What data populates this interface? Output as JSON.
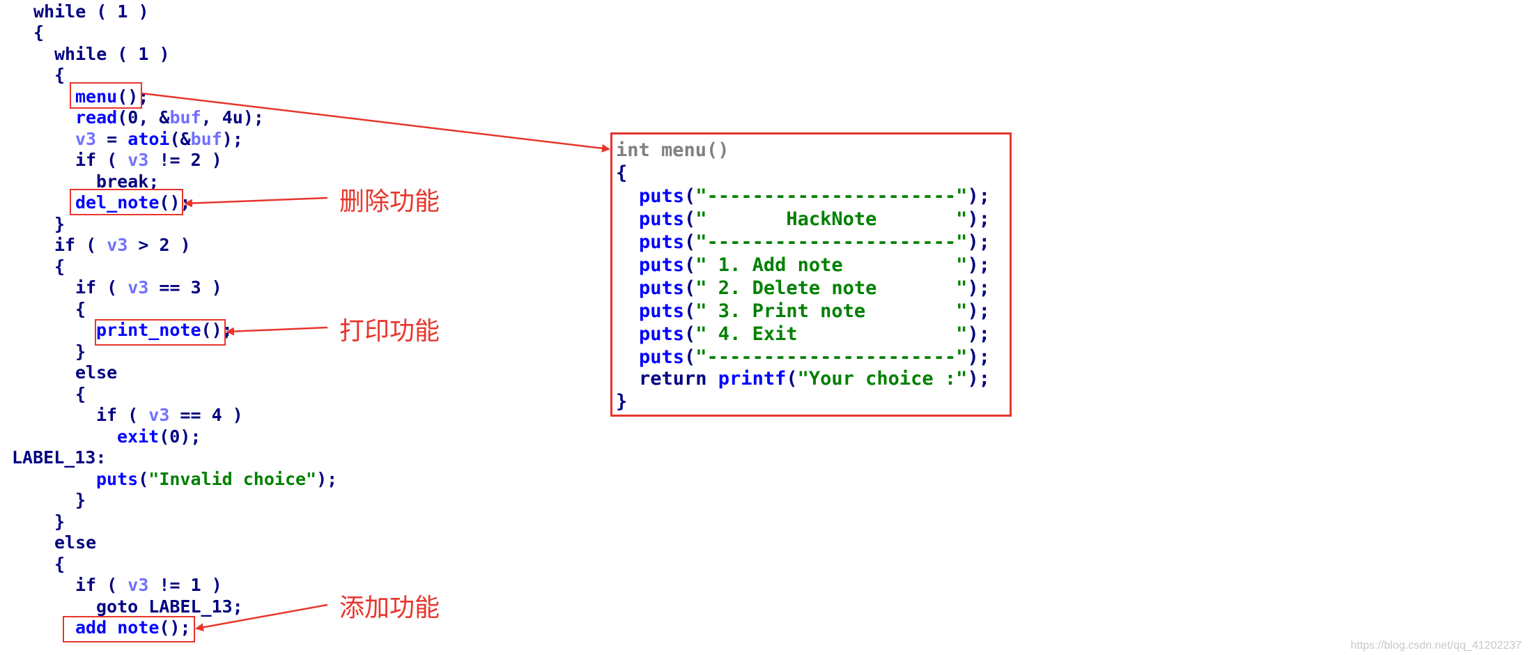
{
  "code": {
    "l1": {
      "kw": "while ( 1 )"
    },
    "l2": {
      "t": "{"
    },
    "l3": {
      "kw": "while ( 1 )"
    },
    "l4": {
      "t": "{"
    },
    "l5": {
      "fn": "menu",
      "rest": "();"
    },
    "l6": {
      "fn": "read",
      "a": "(0, &",
      "var": "buf",
      "b": ", 4u);"
    },
    "l7": {
      "var": "v3",
      "a": " = ",
      "fn": "atoi",
      "b": "(&",
      "var2": "buf",
      "c": ");"
    },
    "l8": {
      "a": "if ( ",
      "var": "v3",
      "b": " != 2 )"
    },
    "l9": {
      "t": "break;"
    },
    "l10": {
      "fn": "del_note",
      "rest": "();"
    },
    "l11": {
      "t": "}"
    },
    "l12": {
      "a": "if ( ",
      "var": "v3",
      "b": " > 2 )"
    },
    "l13": {
      "t": "{"
    },
    "l14": {
      "a": "if ( ",
      "var": "v3",
      "b": " == 3 )"
    },
    "l15": {
      "t": "{"
    },
    "l16": {
      "fn": "print_note",
      "rest": "();"
    },
    "l17": {
      "t": "}"
    },
    "l18": {
      "t": "else"
    },
    "l19": {
      "t": "{"
    },
    "l20": {
      "a": "if ( ",
      "var": "v3",
      "b": " == 4 )"
    },
    "l21": {
      "fn": "exit",
      "rest": "(0);"
    },
    "l22": {
      "t": "LABEL_13:"
    },
    "l23": {
      "fn": "puts",
      "a": "(",
      "str": "\"Invalid choice\"",
      "b": ");"
    },
    "l24": {
      "t": "}"
    },
    "l25": {
      "t": "}"
    },
    "l26": {
      "t": "else"
    },
    "l27": {
      "t": "{"
    },
    "l28": {
      "a": "if ( ",
      "var": "v3",
      "b": " != 1 )"
    },
    "l29": {
      "t": "goto LABEL_13;"
    },
    "l30": {
      "fn": "add note",
      "rest": "();"
    }
  },
  "menu_panel": {
    "header": "int menu()",
    "open": "{",
    "lines": [
      {
        "fn": "puts",
        "str": "\"----------------------\"",
        "end": ");"
      },
      {
        "fn": "puts",
        "str": "\"       HackNote       \"",
        "end": ");"
      },
      {
        "fn": "puts",
        "str": "\"----------------------\"",
        "end": ");"
      },
      {
        "fn": "puts",
        "str": "\" 1. Add note          \"",
        "end": ");"
      },
      {
        "fn": "puts",
        "str": "\" 2. Delete note       \"",
        "end": ");"
      },
      {
        "fn": "puts",
        "str": "\" 3. Print note        \"",
        "end": ");"
      },
      {
        "fn": "puts",
        "str": "\" 4. Exit              \"",
        "end": ");"
      },
      {
        "fn": "puts",
        "str": "\"----------------------\"",
        "end": ");"
      }
    ],
    "return_kw": "return ",
    "return_fn": "printf",
    "return_str": "\"Your choice :\"",
    "return_end": ");",
    "close": "}"
  },
  "annotations": {
    "delete": "删除功能",
    "print": "打印功能",
    "add": "添加功能"
  },
  "watermark": "https://blog.csdn.net/qq_41202237",
  "colors": {
    "code_dark": "#000080",
    "function": "#0000ff",
    "variable": "#7070ff",
    "string": "#008000",
    "annotation": "#e8352b"
  }
}
